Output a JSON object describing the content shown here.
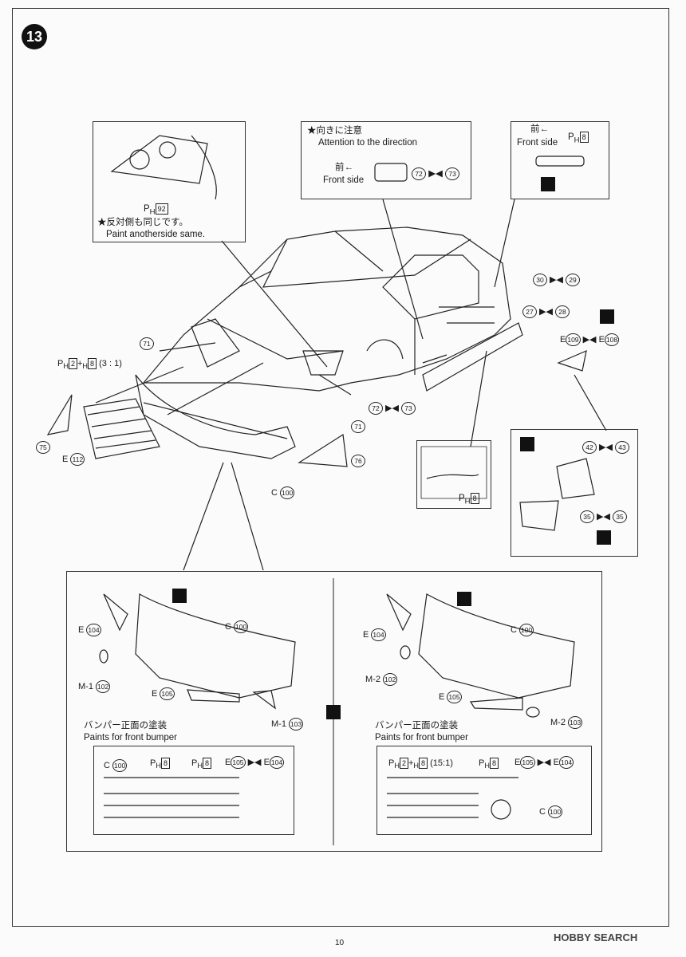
{
  "step": {
    "number": "13"
  },
  "labels": {
    "paint": "P",
    "paint_sub": "H",
    "arrow_left": "←",
    "front_ja": "前",
    "mix_ratio_main": "(3 : 1)",
    "mix_ratio_right": "(15:1)",
    "plus": "+",
    "h": "H"
  },
  "callouts": {
    "headlight_ref": "92",
    "headlight_note_ja": "★反対側も同じです。",
    "headlight_note_en": "Paint anotherside same.",
    "direction_ja": "★向きに注意",
    "direction_en": "Attention to the direction",
    "front_side": "Front side",
    "front_side_top": "Front side",
    "side_ref": "8",
    "ph_main_a": "2",
    "ph_main_b": "8"
  },
  "parts": {
    "p72": "72",
    "p73": "73",
    "p71": "71",
    "p71b": "71",
    "p30": "30",
    "p29": "29",
    "p27": "27",
    "p28": "28",
    "p109": "109",
    "p108": "108",
    "p112": "112",
    "p100": "100",
    "p75": "75",
    "p76": "76",
    "p42": "42",
    "p43": "43",
    "p35": "35",
    "p35b": "35",
    "p72b": "72",
    "p73b": "73"
  },
  "letters": {
    "E": "E",
    "C": "C",
    "M1": "M-1",
    "M2": "M-2"
  },
  "left_panel": {
    "e104": "104",
    "c100": "100",
    "m1_102": "102",
    "e105": "105",
    "m1_103": "103",
    "paint_ja": "バンパー正面の塗装",
    "paint_en": "Paints for front bumper",
    "c100b": "100",
    "ph8a": "8",
    "ph8b": "8",
    "e105b": "105",
    "e104b": "104"
  },
  "right_panel": {
    "e104": "104",
    "c100": "100",
    "m2_102": "102",
    "e105": "105",
    "m2_103": "103",
    "paint_ja": "バンパー正面の塗装",
    "paint_en": "Paints for front bumper",
    "ph2": "2",
    "ph8": "8",
    "ph8b": "8",
    "e105b": "105",
    "e104b": "104",
    "c100b": "100"
  },
  "page_number": "10",
  "watermark": "HOBBY SEARCH",
  "colors": {
    "ink": "#1a1a1a",
    "paper": "#fbfbfb"
  }
}
